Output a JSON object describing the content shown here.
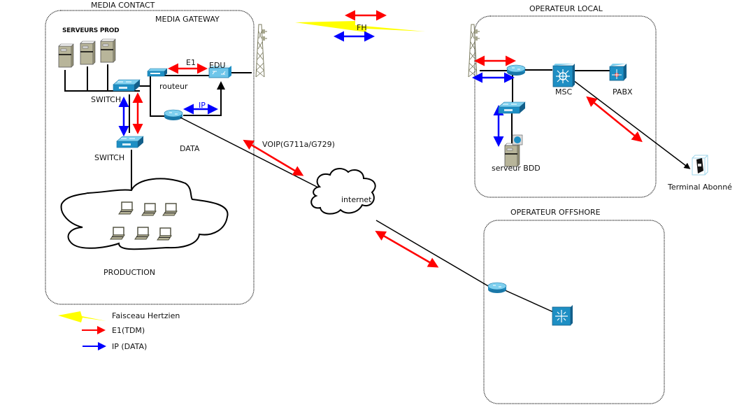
{
  "zones": {
    "media_contact": "MEDIA CONTACT",
    "media_gateway": "MEDIA GATEWAY",
    "operateur_local": "OPERATEUR LOCAL",
    "operateur_offshore": "OPERATEUR OFFSHORE"
  },
  "nodes": {
    "serveurs_prod": "SERVEURS PROD",
    "switch_top": "SWITCH",
    "switch_bottom": "SWITCH",
    "routeur": "routeur",
    "edu": "EDU",
    "data": "DATA",
    "production": "PRODUCTION",
    "internet": "internet",
    "msc": "MSC",
    "pabx": "PABX",
    "serveur_bdd": "serveur BDD",
    "terminal_abonne": "Terminal Abonné"
  },
  "links": {
    "e1": "E1",
    "ip": "IP",
    "fh": "FH",
    "voip": "VOIP(G711a/G729)"
  },
  "legend": {
    "items": [
      {
        "label": "Faisceau Hertzien",
        "color": "#ffff00",
        "icon": "lightning-icon"
      },
      {
        "label": "E1(TDM)",
        "color": "#ff0000",
        "icon": "arrow-right-icon"
      },
      {
        "label": "IP (DATA)",
        "color": "#0000ff",
        "icon": "arrow-right-icon"
      }
    ]
  },
  "colors": {
    "e1": "#ff0000",
    "ip": "#0000ff",
    "fh": "#ffff00",
    "device": "#1e8fc4"
  }
}
